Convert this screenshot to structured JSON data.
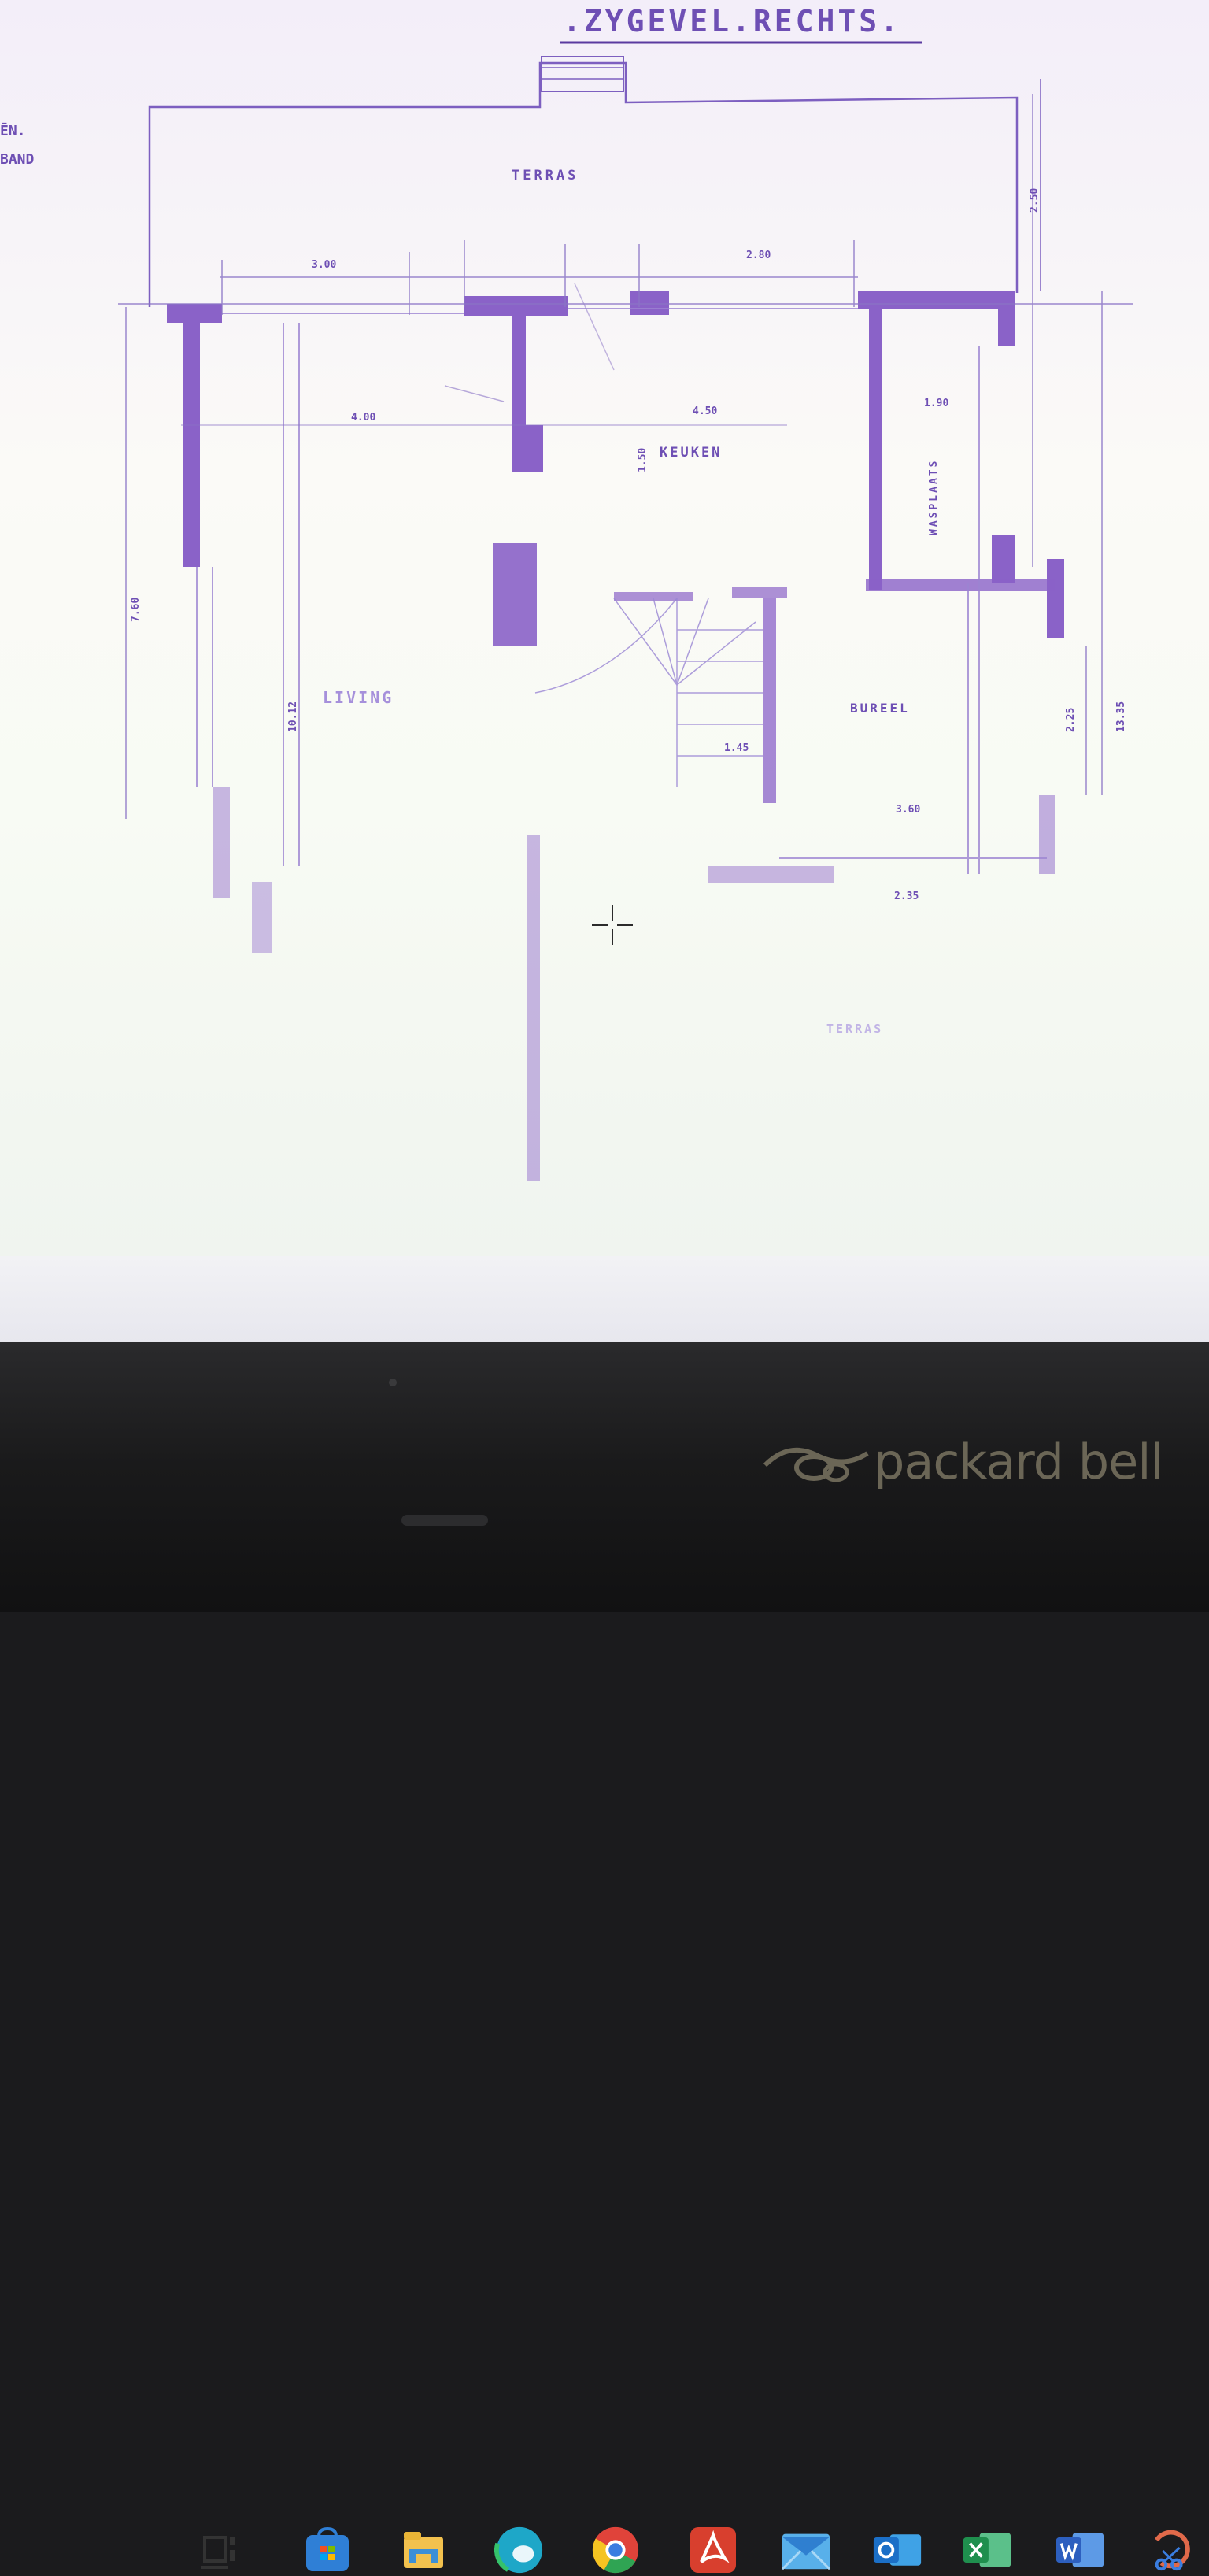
{
  "document": {
    "title": ".ZYGEVEL.RECHTS.",
    "left_margin_line1": "ĒN.",
    "left_margin_line2": "BAND"
  },
  "rooms": {
    "terras_top": "TERRAS",
    "keuken": "KEUKEN",
    "wasplaats": "WASPLAATS",
    "living": "LIVING",
    "bureel": "BUREEL",
    "terras_bottom": "TERRAS"
  },
  "dimensions": {
    "d_top_3m": "3.00",
    "d_top_2_80": "2.80",
    "d_width_4": "4.00",
    "d_4_50": "4.50",
    "d_1_50": "1.50",
    "d_1_90": "1.90",
    "d_3_60": "3.60",
    "d_2_35": "2.35",
    "d_1_45": "1.45",
    "d_2_25": "2.25",
    "d_right_13": "13.35",
    "d_left_7": "7.60",
    "d_living_v": "10.12",
    "d_right_top": "2.50"
  },
  "taskbar": {
    "icons": [
      {
        "name": "task-view-icon",
        "color": "#3b3b3b"
      },
      {
        "name": "store-icon",
        "color": "#2f7fd6"
      },
      {
        "name": "file-explorer-icon",
        "color": "#e8b436"
      },
      {
        "name": "edge-icon",
        "color": "#1ea7c8"
      },
      {
        "name": "chrome-icon",
        "color": "#e0433a"
      },
      {
        "name": "acrobat-icon",
        "color": "#d83f2e"
      },
      {
        "name": "mail-icon",
        "color": "#2f8ad8"
      },
      {
        "name": "outlook-icon",
        "color": "#1b6fc7"
      },
      {
        "name": "excel-icon",
        "color": "#1f8f4e"
      },
      {
        "name": "word-icon",
        "color": "#2d5fbf"
      },
      {
        "name": "snipping-tool-icon",
        "color": "#e0694a"
      }
    ]
  },
  "laptop": {
    "brand": "packard bell"
  }
}
